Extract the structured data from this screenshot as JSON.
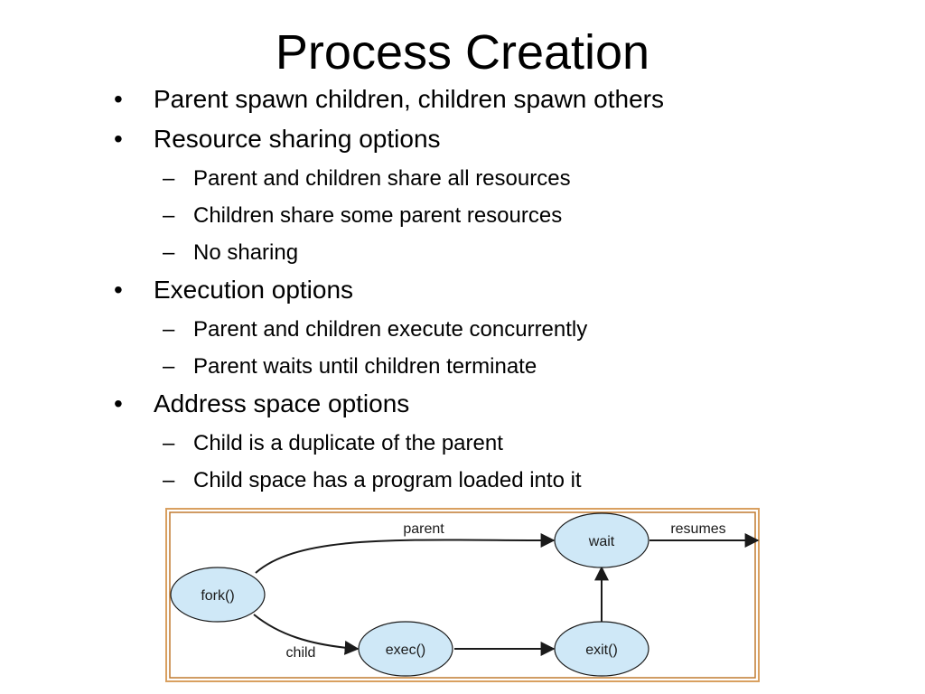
{
  "slide": {
    "title": "Process Creation",
    "bullets": [
      {
        "text": "Parent spawn children, children spawn others",
        "sub": []
      },
      {
        "text": "Resource sharing options",
        "sub": [
          "Parent and children share all resources",
          "Children share some parent resources",
          "No sharing"
        ]
      },
      {
        "text": "Execution options",
        "sub": [
          "Parent and children execute concurrently",
          "Parent waits until children terminate"
        ]
      },
      {
        "text": "Address space options",
        "sub": [
          "Child is a duplicate of the parent",
          "Child space has a program loaded into it"
        ]
      }
    ],
    "bullet_mark": "•",
    "sub_mark": "–"
  },
  "diagram": {
    "nodes": {
      "fork": "fork()",
      "exec": "exec()",
      "wait": "wait",
      "exit": "exit()"
    },
    "edge_labels": {
      "parent": "parent",
      "child": "child",
      "resumes": "resumes"
    },
    "colors": {
      "node_fill": "#cfe8f7",
      "frame_border": "#d9a060",
      "stroke": "#1a1a1a"
    }
  }
}
